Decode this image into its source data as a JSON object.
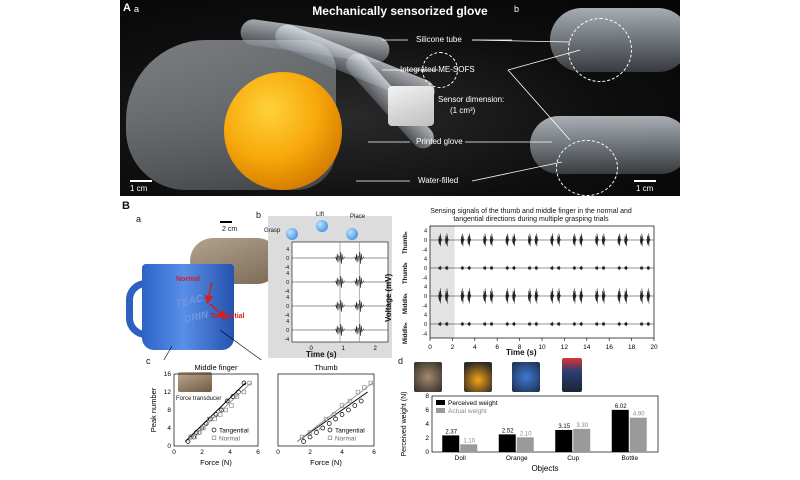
{
  "panel_a": {
    "label": "A",
    "sub_a": "a",
    "sub_b": "b",
    "title": "Mechanically sensorized glove",
    "callouts": [
      "Silicone tube",
      "Integrated ME-SOFS",
      "Sensor dimension:",
      "(1 cm³)",
      "Printed glove",
      "Water-filled"
    ],
    "scale_left": "1 cm",
    "scale_right": "1 cm"
  },
  "panel_b": {
    "label": "B",
    "sub_a": "a",
    "sub_b": "b",
    "sub_c": "c",
    "sub_d": "d",
    "scale_2cm": "2 cm",
    "mug_text_1": "TEAC",
    "mug_text_2": "DRIN",
    "normal_label": "Normal",
    "tangential_label": "Tangential",
    "grasp_label": "Grasp",
    "lift_label": "Lift",
    "place_label": "Place",
    "sensing_title_1": "Sensing signals of the thumb and middle finger in the normal and",
    "sensing_title_2": "tangential directions during multiple grasping trials",
    "voltage_title": "Voltage (mV)",
    "row_labels": [
      "Middleₙ",
      "Middleₜ",
      "Thumbₜ",
      "Thumbₙ"
    ],
    "time_title": "Time (s)",
    "force_transducer": "Force transducer",
    "photo_labels": [
      "Doll",
      "Orange",
      "Cup",
      "Bottle"
    ]
  },
  "chart_data": [
    {
      "type": "line",
      "panel": "B-b",
      "xlabel": "Time (s)",
      "xticks": [
        0,
        1,
        2
      ],
      "yticks": [
        4,
        0,
        -4
      ],
      "series": [
        {
          "events_s": [
            0.9,
            1.5
          ]
        },
        {
          "events_s": [
            0.9,
            1.5
          ]
        },
        {
          "events_s": [
            0.9,
            1.5
          ]
        },
        {
          "events_s": [
            0.9,
            1.5
          ]
        }
      ]
    },
    {
      "type": "line",
      "panel": "B-b-long",
      "title": "Sensing signals of the thumb and middle finger in the normal and tangential directions during multiple grasping trials",
      "xlabel": "Time (s)",
      "ylabel": "Voltage (mV)",
      "xlim": [
        0,
        20
      ],
      "xticks": [
        0,
        2,
        4,
        6,
        8,
        10,
        12,
        14,
        16,
        18,
        20
      ],
      "yticks": [
        4,
        0,
        -4
      ],
      "highlight_x": [
        0,
        2.2
      ],
      "series": [
        {
          "name": "Thumbₙ",
          "amplitude": 3.0,
          "events_s": [
            0.9,
            1.5,
            2.9,
            3.5,
            4.9,
            5.5,
            6.9,
            7.5,
            8.9,
            9.5,
            10.9,
            11.5,
            12.9,
            13.5,
            14.9,
            15.5,
            16.9,
            17.5,
            18.9,
            19.5
          ]
        },
        {
          "name": "Thumbₜ",
          "amplitude": 1.0,
          "events_s": [
            0.9,
            1.5,
            2.9,
            3.5,
            4.9,
            5.5,
            6.9,
            7.5,
            8.9,
            9.5,
            10.9,
            11.5,
            12.9,
            13.5,
            14.9,
            15.5,
            16.9,
            17.5,
            18.9,
            19.5
          ]
        },
        {
          "name": "Middleₜ",
          "amplitude": 3.5,
          "events_s": [
            0.9,
            1.5,
            2.9,
            3.5,
            4.9,
            5.5,
            6.9,
            7.5,
            8.9,
            9.5,
            10.9,
            11.5,
            12.9,
            13.5,
            14.9,
            15.5,
            16.9,
            17.5,
            18.9,
            19.5
          ]
        },
        {
          "name": "Middleₙ",
          "amplitude": 1.0,
          "events_s": [
            0.9,
            1.5,
            2.9,
            3.5,
            4.9,
            5.5,
            6.9,
            7.5,
            8.9,
            9.5,
            10.9,
            11.5,
            12.9,
            13.5,
            14.9,
            15.5,
            16.9,
            17.5,
            18.9,
            19.5
          ]
        }
      ]
    },
    {
      "type": "scatter",
      "panel": "B-c-middle",
      "title": "Middle finger",
      "xlabel": "Force (N)",
      "ylabel": "Peak number",
      "xlim": [
        0,
        6
      ],
      "ylim": [
        0,
        16
      ],
      "xticks": [
        0,
        2,
        4,
        6
      ],
      "yticks": [
        0,
        4,
        8,
        12,
        16
      ],
      "series": [
        {
          "name": "Tangential",
          "marker": "circle",
          "x": [
            1.0,
            1.2,
            1.4,
            1.6,
            1.8,
            2.0,
            2.3,
            2.6,
            3.0,
            3.4,
            3.8,
            4.2,
            4.6,
            5.0
          ],
          "y": [
            1,
            2,
            2,
            3,
            3,
            4,
            5,
            6,
            7,
            8,
            10,
            11,
            12,
            14
          ],
          "fit": [
            [
              0.8,
              1
            ],
            [
              5.1,
              14
            ]
          ]
        },
        {
          "name": "Normal",
          "marker": "square",
          "x": [
            1.2,
            1.5,
            1.8,
            2.1,
            2.5,
            2.9,
            3.3,
            3.7,
            4.1,
            4.5,
            5.0,
            5.4
          ],
          "y": [
            2,
            2,
            3,
            4,
            6,
            6,
            7,
            8,
            9,
            11,
            12,
            14
          ],
          "fit": [
            [
              1.0,
              1
            ],
            [
              5.5,
              14
            ]
          ]
        }
      ]
    },
    {
      "type": "scatter",
      "panel": "B-c-thumb",
      "title": "Thumb",
      "xlabel": "Force (N)",
      "xlim": [
        0,
        6
      ],
      "ylim": [
        0,
        16
      ],
      "xticks": [
        0,
        2,
        4,
        6
      ],
      "series": [
        {
          "name": "Tangential",
          "marker": "circle",
          "x": [
            1.6,
            2.0,
            2.4,
            2.8,
            3.2,
            3.6,
            4.0,
            4.4,
            4.8,
            5.2
          ],
          "y": [
            1,
            2,
            3,
            4,
            5,
            6,
            7,
            8,
            9,
            10
          ],
          "fit": [
            [
              1.2,
              1
            ],
            [
              5.6,
              12
            ]
          ]
        },
        {
          "name": "Normal",
          "marker": "square",
          "x": [
            1.5,
            2.0,
            2.5,
            3.0,
            3.5,
            4.0,
            4.5,
            5.0,
            5.4,
            5.8
          ],
          "y": [
            2,
            3,
            4,
            6,
            7,
            9,
            10,
            12,
            13,
            14
          ],
          "fit": [
            [
              1.2,
              1
            ],
            [
              5.9,
              14
            ]
          ]
        }
      ]
    },
    {
      "type": "bar",
      "panel": "B-d",
      "xlabel": "Objects",
      "ylabel": "Perceived weight (N)",
      "ylim": [
        0,
        8
      ],
      "yticks": [
        0,
        2,
        4,
        6,
        8
      ],
      "categories": [
        "Doll",
        "Orange",
        "Cup",
        "Bottle"
      ],
      "series": [
        {
          "name": "Perceived weight",
          "color": "#000000",
          "values": [
            2.37,
            2.52,
            3.15,
            6.02
          ],
          "labels": [
            "2.37",
            "2.52",
            "3.15",
            "6.02"
          ]
        },
        {
          "name": "Actual weight",
          "color": "#9a9a9a",
          "values": [
            1.1,
            2.1,
            3.3,
            4.9
          ],
          "labels": [
            "1.10",
            "2.10",
            "3.30",
            "4.90"
          ]
        }
      ],
      "legend": "top-left"
    }
  ],
  "colors": {
    "tangential_fit": "#000000",
    "normal_fit": "#9a9a9a",
    "mug_blue": "#2b63c9",
    "arrow_red": "#d12020",
    "highlight": "#e3e3e3"
  }
}
